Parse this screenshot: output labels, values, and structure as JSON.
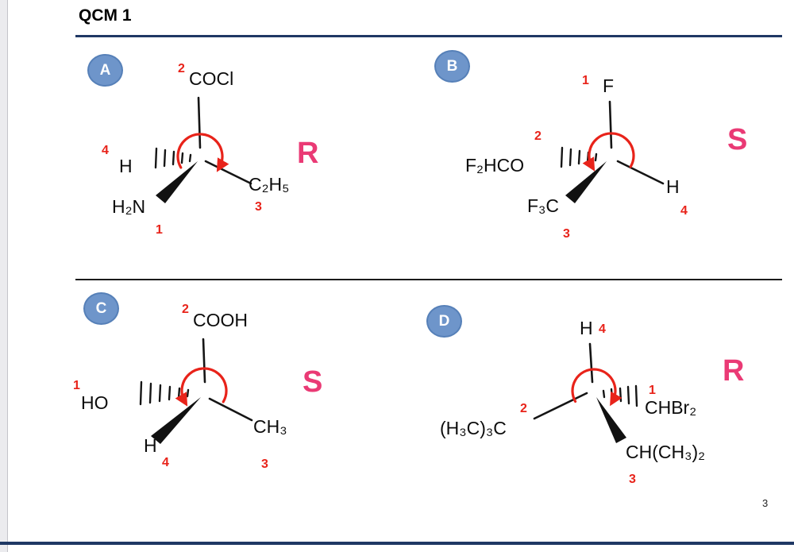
{
  "page": {
    "title": "QCM 1",
    "page_number": "3"
  },
  "colors": {
    "rule_navy": "#1f3864",
    "priority_red": "#e8231a",
    "config_pink": "#ea3a75",
    "badge_blue": "#6e95ca",
    "badge_border": "#5680b8"
  },
  "panels": {
    "a": {
      "label": "A",
      "config": "R",
      "top": {
        "priority": "2",
        "text": "COCl"
      },
      "left": {
        "priority": "4",
        "text": "H"
      },
      "bottomLeft": {
        "priority": "1",
        "text": "H₂N"
      },
      "right": {
        "priority": "3",
        "text": "C₂H₅"
      }
    },
    "b": {
      "label": "B",
      "config": "S",
      "top": {
        "priority": "1",
        "text": "F"
      },
      "left": {
        "priority": "2",
        "text": "F₂HCO"
      },
      "bottomLeft": {
        "priority": "3",
        "text": "F₃C"
      },
      "right": {
        "priority": "4",
        "text": "H"
      }
    },
    "c": {
      "label": "C",
      "config": "S",
      "top": {
        "priority": "2",
        "text": "COOH"
      },
      "left": {
        "priority": "1",
        "text": "HO"
      },
      "bottomLeft": {
        "priority": "4",
        "text": "H"
      },
      "right": {
        "priority": "3",
        "text": "CH₃"
      }
    },
    "d": {
      "label": "D",
      "config": "R",
      "top": {
        "priority": "4",
        "text": "H"
      },
      "left": {
        "priority": "2",
        "text": "(H₃C)₃C"
      },
      "right": {
        "priority": "1",
        "text": "CHBr₂"
      },
      "bottomRight": {
        "priority": "3",
        "text": "CH(CH₃)₂"
      }
    }
  }
}
